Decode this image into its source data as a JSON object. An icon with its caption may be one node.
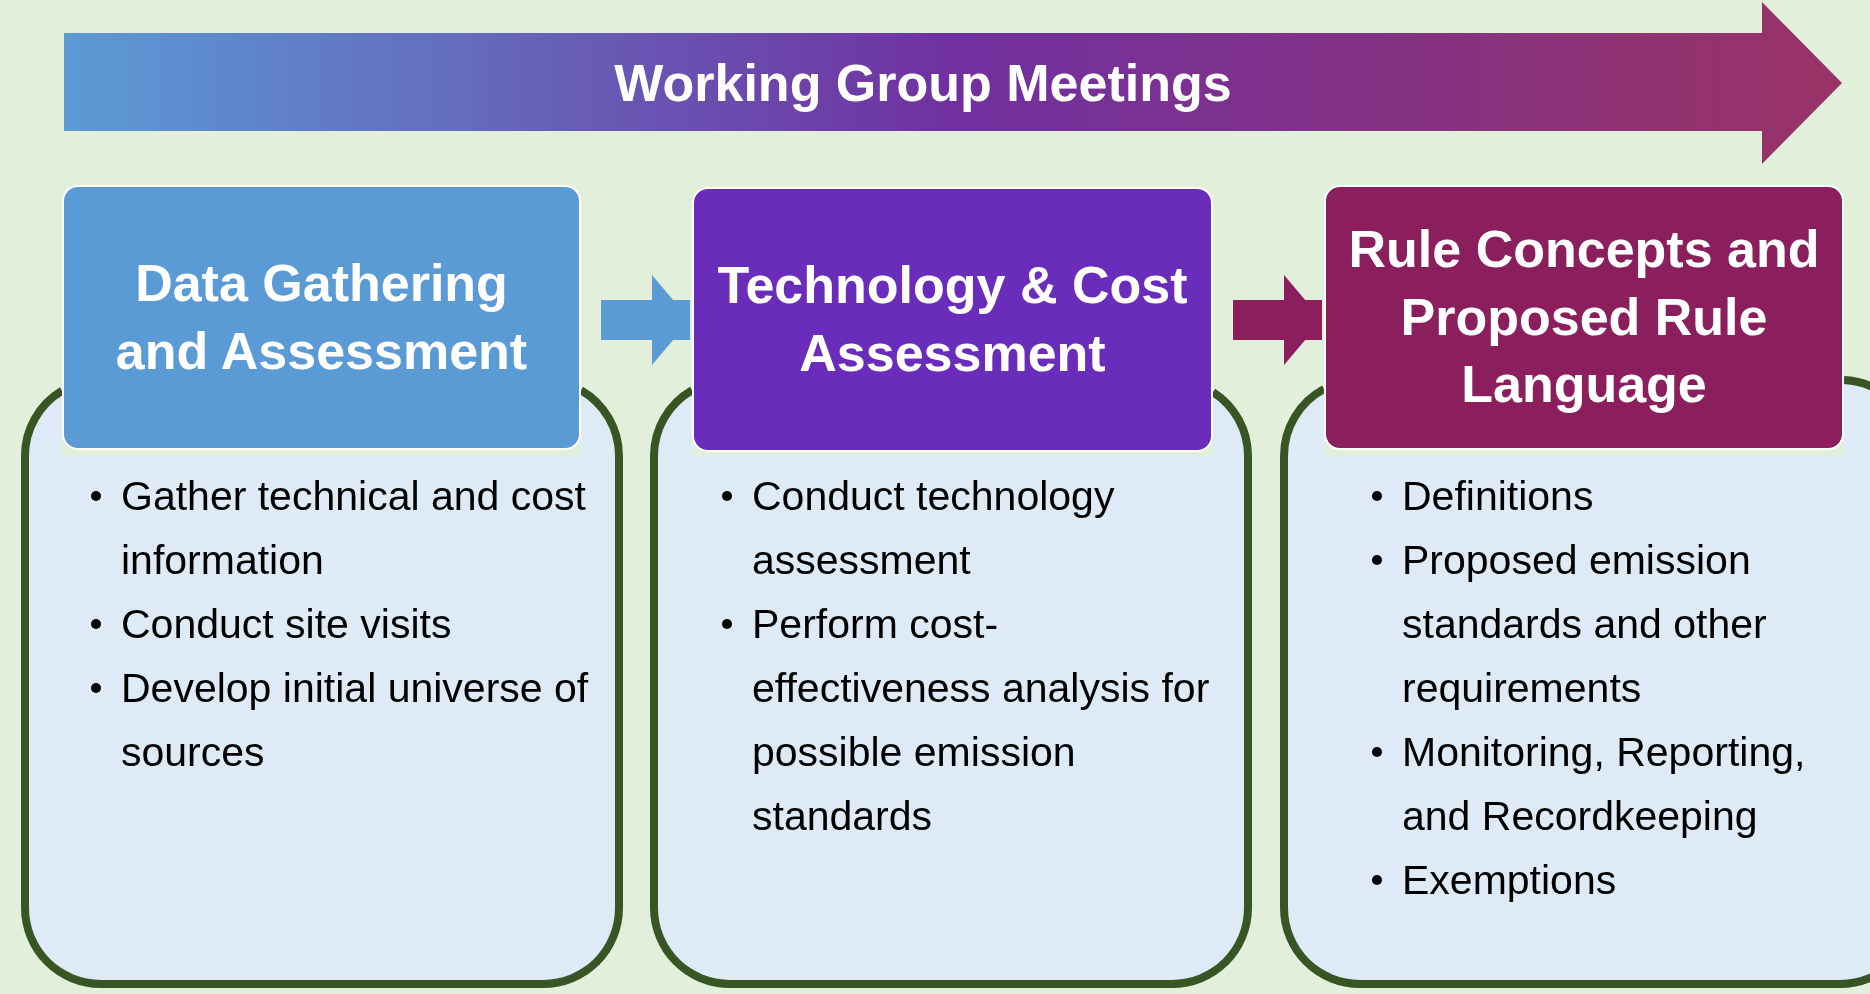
{
  "diagram": {
    "nodes": [
      {
        "text": [
          "Working Group Meetings"
        ]
      },
      {
        "text": [
          "Data Gathering and Assessment"
        ]
      },
      {
        "text": [
          "Gather technical and cost information",
          "Conduct site visits",
          "Develop initial universe of sources"
        ]
      },
      {
        "text": [
          "Technology & Cost Assessment"
        ]
      },
      {
        "text": [
          "Conduct technology assessment",
          "Perform cost-effectiveness analysis for possible emission standards"
        ]
      },
      {
        "text": [
          "Rule Concepts and Proposed Rule Language"
        ]
      },
      {
        "text": [
          "Definitions",
          "Proposed emission standards and other requirements",
          "Monitoring, Reporting, and Recordkeeping",
          "Exemptions"
        ]
      }
    ],
    "edges": [
      {
        "from": 1,
        "to": 3,
        "arrow": "to",
        "color": "#5b9bd5"
      },
      {
        "from": 3,
        "to": 5,
        "arrow": "to",
        "color": "#8b1e5c"
      }
    ]
  }
}
